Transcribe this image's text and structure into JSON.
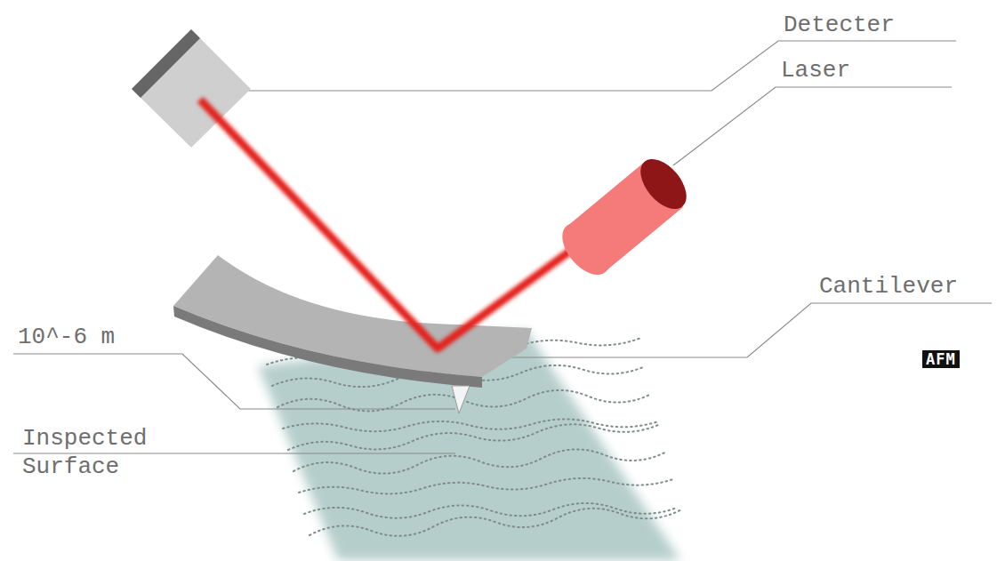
{
  "diagram": {
    "labels": [
      "Detecter",
      "Laser",
      "Cantilever",
      "10^-6 m",
      "Inspected Surface",
      "AFM"
    ]
  }
}
